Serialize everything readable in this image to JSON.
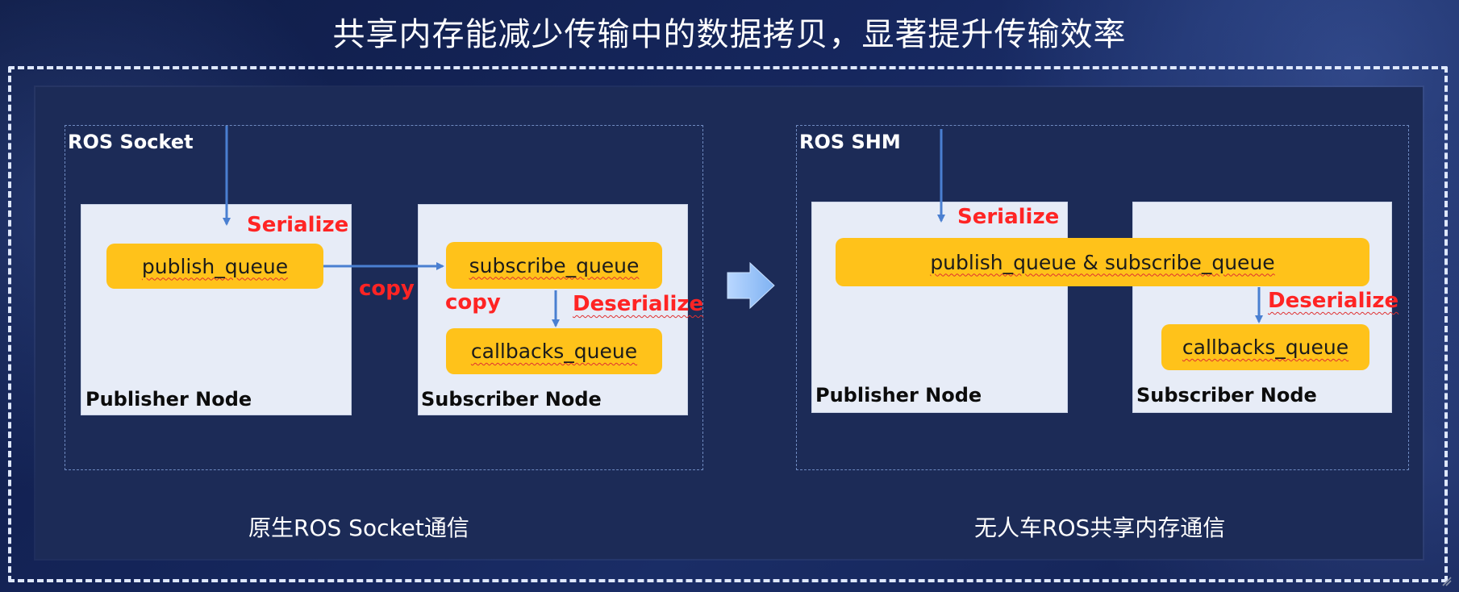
{
  "title": "共享内存能减少传输中的数据拷贝，显著提升传输效率",
  "left": {
    "group_label": "ROS Socket",
    "publisher_node": "Publisher Node",
    "subscriber_node": "Subscriber Node",
    "publish_queue": "publish_queue",
    "subscribe_queue": "subscribe_queue",
    "callbacks_queue": "callbacks_queue",
    "serialize": "Serialize",
    "copy_between": "copy",
    "copy_inside": "copy",
    "deserialize": "Deserialize",
    "caption": "原生ROS Socket通信"
  },
  "right": {
    "group_label": "ROS SHM",
    "publisher_node": "Publisher Node",
    "subscriber_node": "Subscriber Node",
    "shared_queue": "publish_queue & subscribe_queue",
    "callbacks_queue": "callbacks_queue",
    "serialize": "Serialize",
    "deserialize": "Deserialize",
    "caption": "无人车ROS共享内存通信"
  },
  "colors": {
    "queue": "#ffc21a",
    "arrow": "#4a7fd1",
    "label_red": "#ff2424",
    "node_bg": "#e7ecf7"
  },
  "icons": {
    "transition_arrow": "right-arrow-icon",
    "corner": "expand-corner-icon"
  }
}
